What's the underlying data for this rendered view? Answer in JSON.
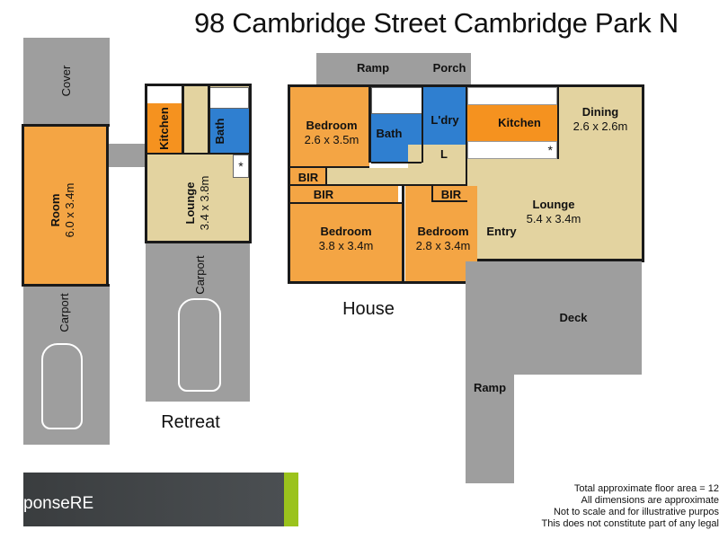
{
  "title": "98 Cambridge Street Cambridge Park N",
  "sections": {
    "house": "House",
    "retreat": "Retreat"
  },
  "rooms": {
    "cover": "Cover",
    "room_name": "Room",
    "room_dim": "6.0 x 3.4m",
    "carport_left": "Carport",
    "kitchen_retreat": "Kitchen",
    "bath_retreat": "Bath",
    "lounge_retreat_name": "Lounge",
    "lounge_retreat_dim": "3.4 x 3.8m",
    "carport_mid": "Carport",
    "ramp_top": "Ramp",
    "porch": "Porch",
    "bedroom1_name": "Bedroom",
    "bedroom1_dim": "2.6 x 3.5m",
    "bath_house": "Bath",
    "laundry": "L'dry",
    "kitchen_house": "Kitchen",
    "dining_name": "Dining",
    "dining_dim": "2.6 x 2.6m",
    "bir1": "BIR",
    "bir2": "BIR",
    "bir3": "BIR",
    "hall": "L",
    "lounge_house_name": "Lounge",
    "lounge_house_dim": "5.4 x 3.4m",
    "bedroom2_name": "Bedroom",
    "bedroom2_dim": "3.8 x 3.4m",
    "bedroom3_name": "Bedroom",
    "bedroom3_dim": "2.8 x 3.4m",
    "entry": "Entry",
    "deck": "Deck",
    "ramp_bottom": "Ramp"
  },
  "brand": {
    "text": "ponseRE",
    "accent_color": "#9bc31c"
  },
  "footer": {
    "line1": "Total approximate floor area = 12",
    "line2": "All dimensions are approximate",
    "line3": "Not to scale and for illustrative purpos",
    "line4": "This does not constitute part of any legal"
  },
  "colors": {
    "grey_area": "#9e9e9e",
    "bedroom": "#f4a544",
    "kitchen": "#f5921f",
    "living": "#e3d3a0",
    "wet_area": "#2f7fd0"
  }
}
